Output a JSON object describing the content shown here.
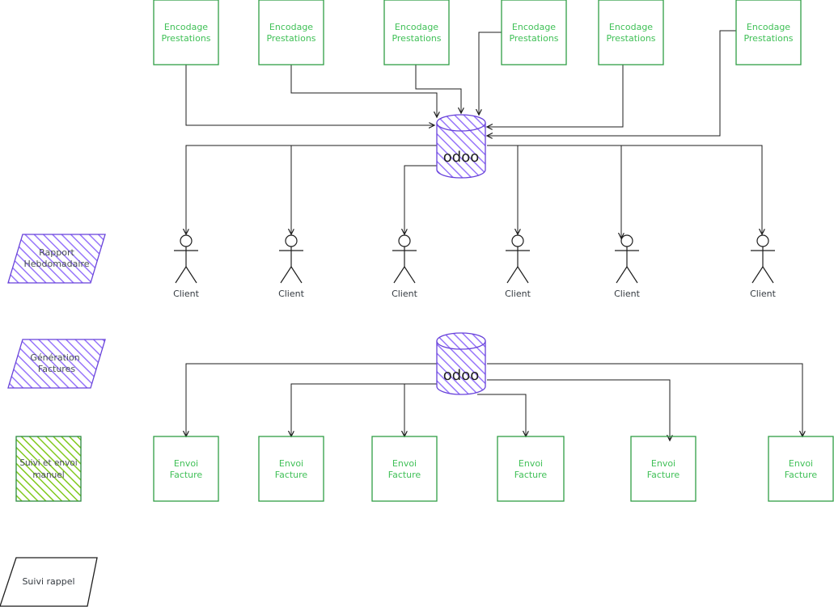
{
  "colors": {
    "green_stroke": "#2f9e44",
    "green_text": "#40c057",
    "purple_stroke": "#6741d9",
    "purple_fill": "#9775fa",
    "dark_green_stroke": "#2b8a3e",
    "dark_green_fill": "#82c91e",
    "black": "#1e1e1e",
    "gray_text": "#343a40"
  },
  "encodage": {
    "line1": "Encodage",
    "line2": "Prestations",
    "count": 6
  },
  "database": {
    "top_label": "odoo",
    "bottom_label": "odoo"
  },
  "clients": {
    "label": "Client",
    "count": 6
  },
  "envoi": {
    "line1": "Envoi",
    "line2": "Facture",
    "count": 6
  },
  "legend": {
    "rapport": {
      "line1": "Rapport",
      "line2": "Hebdomadaire"
    },
    "generation": {
      "line1": "Génération",
      "line2": "Factures"
    },
    "suivi_envoi": {
      "line1": "Suivi et envoi",
      "line2": "manuel"
    },
    "suivi_rappel": {
      "line1": "Suivi rappel"
    }
  }
}
